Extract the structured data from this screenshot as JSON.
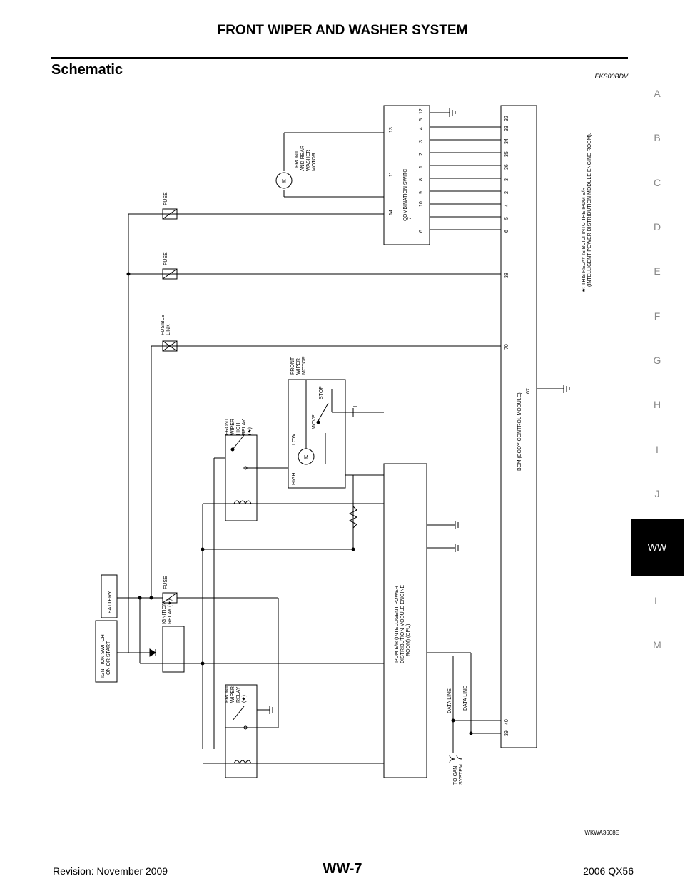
{
  "header": {
    "title": "FRONT WIPER AND WASHER SYSTEM"
  },
  "section": {
    "title": "Schematic",
    "code": "EKS00BDV"
  },
  "sidebar": {
    "items": [
      "A",
      "B",
      "C",
      "D",
      "E",
      "F",
      "G",
      "H",
      "I",
      "J",
      "WW",
      "L",
      "M"
    ],
    "active": "WW"
  },
  "diagram": {
    "labels": {
      "combination_switch": "COMBINATION SWITCH",
      "washer_motor": [
        "FRONT",
        "AND REAR",
        "WASHER",
        "MOTOR"
      ],
      "fuse": "FUSE",
      "fusible_link": [
        "FUSIBLE",
        "LINK"
      ],
      "wiper_motor": [
        "FRONT",
        "WIPER",
        "MOTOR"
      ],
      "low": "LOW",
      "high": "HIGH",
      "move": "MOVE",
      "stop": "STOP",
      "high_relay": [
        "FRONT",
        "WIPER",
        "HIGH",
        "RELAY",
        "(★)"
      ],
      "bcm": "BCM (BODY CONTROL MODULE)",
      "ipdm": [
        "IPDM E/R (INTELLIGENT POWER",
        "DISTRIBUTION MODULE ENGINE",
        "ROOM) (CPU)"
      ],
      "battery": "BATTERY",
      "ignition_switch": [
        "IGNITION SWITCH",
        "ON OR START"
      ],
      "ignition_relay": [
        "IGNITION",
        "RELAY (★)"
      ],
      "wiper_relay": [
        "FRONT",
        "WIPER",
        "RELAY",
        "(★)"
      ],
      "data_line": "DATA LINE",
      "to_can": [
        "TO CAN",
        "SYSTEM"
      ],
      "motor_letter": "M",
      "note": [
        "★: THIS RELAY IS BUILT INTO THE IPDM E/R",
        "(INTELLIGENT POWER DISTRIBUTION MODULE ENGINE ROOM)."
      ]
    },
    "switch_pins_top": [
      "14",
      "11",
      "13"
    ],
    "switch_pins_left": [
      "6",
      "7",
      "10",
      "9",
      "8",
      "1",
      "2",
      "3",
      "4",
      "5",
      "12"
    ],
    "bcm_pins": [
      "6",
      "5",
      "4",
      "2",
      "3",
      "36",
      "35",
      "34",
      "33",
      "32"
    ],
    "bcm_pin_38": "38",
    "bcm_pin_70": "70",
    "bcm_pin_67": "67",
    "bcm_pins_data": [
      "39",
      "40"
    ]
  },
  "figure_code": "WKWA3608E",
  "footer": {
    "revision": "Revision: November 2009",
    "page": "WW-7",
    "model": "2006 QX56"
  }
}
